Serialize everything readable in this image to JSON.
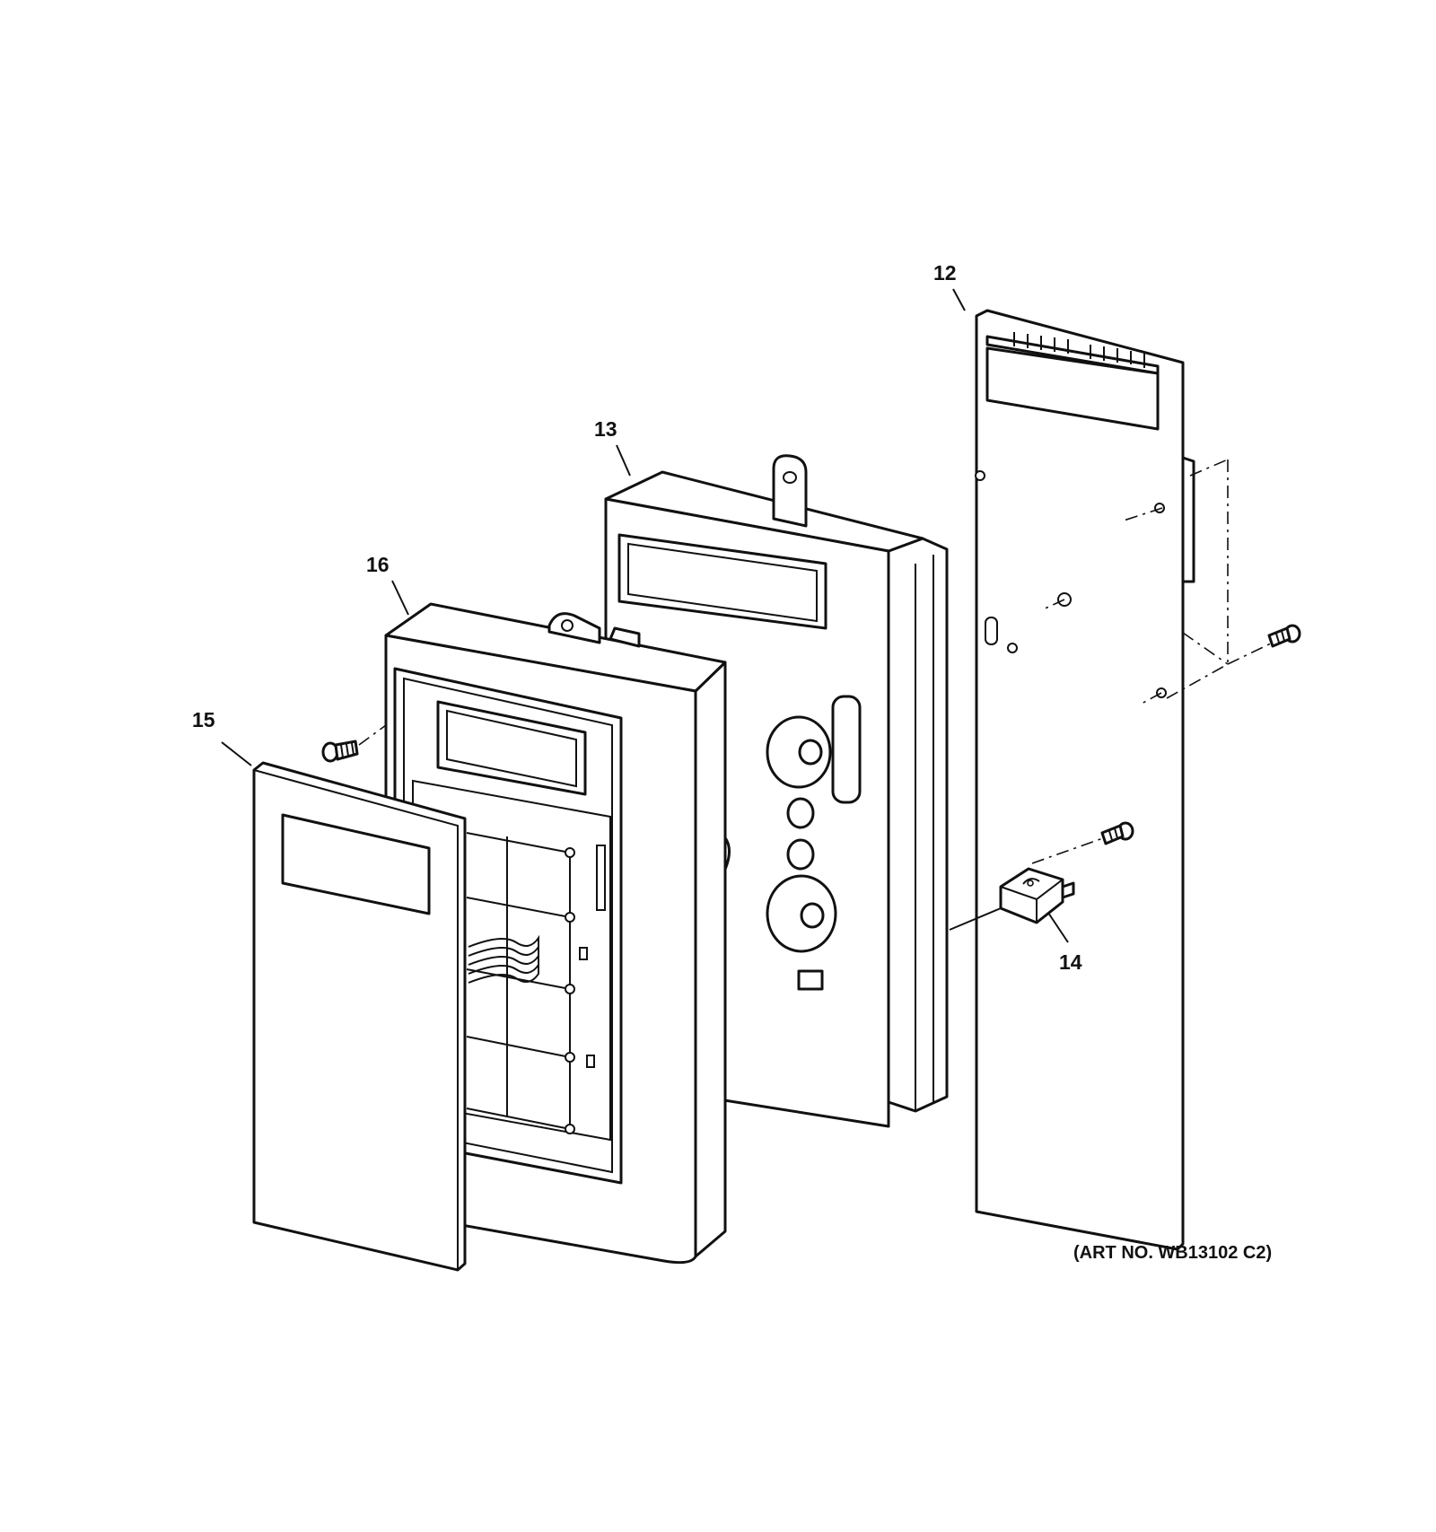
{
  "callouts": {
    "c12": "12",
    "c13": "13",
    "c14": "14",
    "c15": "15",
    "c16": "16"
  },
  "art_number": "(ART NO. WB13102 C2)"
}
